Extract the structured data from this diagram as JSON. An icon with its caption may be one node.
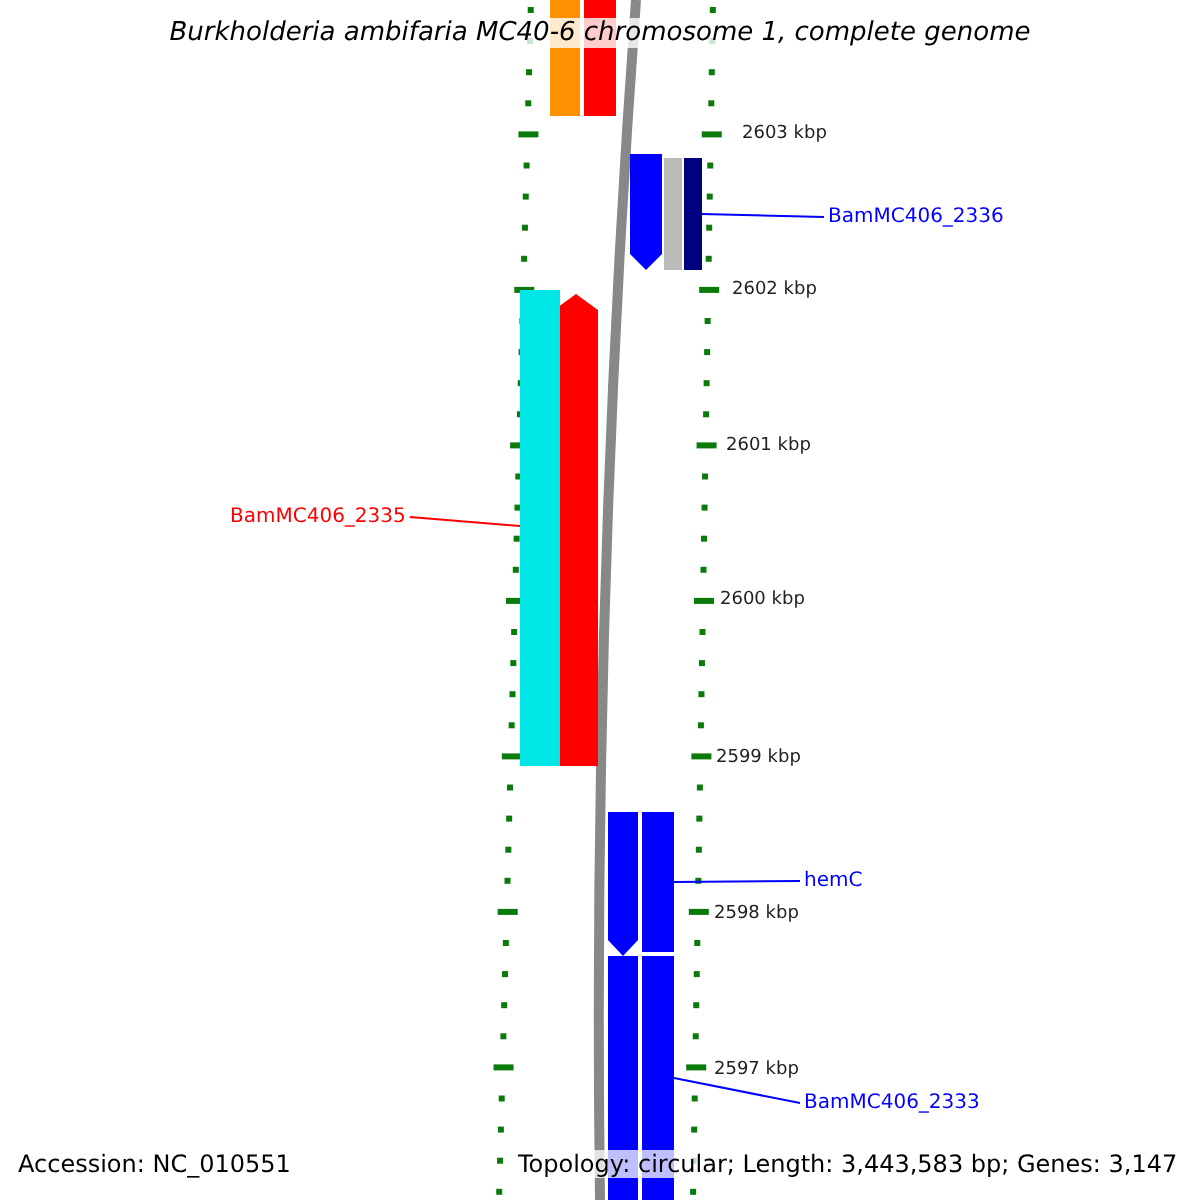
{
  "diagram": {
    "title": "Burkholderia ambifaria MC40-6 chromosome 1, complete genome",
    "nodes": [
      {
        "text": [
          "BamMC406_2336"
        ]
      },
      {
        "text": [],
        "shape": "bar"
      },
      {
        "text": [
          "BamMC406_2335"
        ]
      },
      {
        "text": [],
        "shape": "bar"
      },
      {
        "text": [
          "hemC"
        ]
      },
      {
        "text": [],
        "shape": "bar"
      },
      {
        "text": [
          "BamMC406_2333"
        ]
      },
      {
        "text": [],
        "shape": "bar"
      }
    ],
    "edges": [
      {
        "from": 0,
        "to": 1,
        "arrow": "none"
      },
      {
        "from": 2,
        "to": 3,
        "arrow": "none",
        "color": "#ff0000"
      },
      {
        "from": 4,
        "to": 5,
        "arrow": "none"
      },
      {
        "from": 6,
        "to": 7,
        "arrow": "none"
      }
    ],
    "labels": [
      "2603 kbp",
      "2602 kbp",
      "2601 kbp",
      "2600 kbp",
      "2599 kbp",
      "2598 kbp",
      "2597 kbp",
      "Accession: NC_010551",
      "Topology: circular; Length: 3,443,583 bp; Genes: 3,147"
    ]
  }
}
